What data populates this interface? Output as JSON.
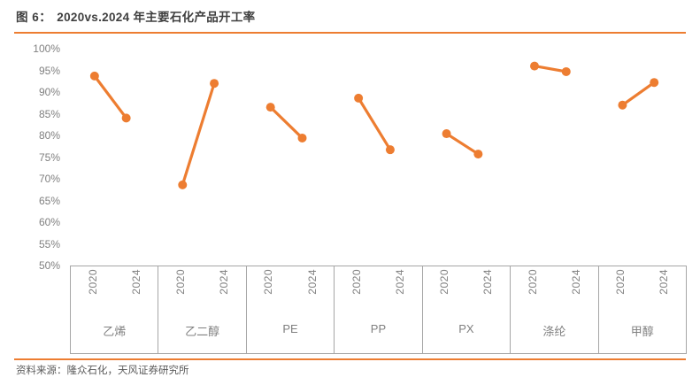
{
  "header": {
    "figure_label": "图 6：",
    "title": "2020vs.2024 年主要石化产品开工率",
    "accent_color": "#ED7D31"
  },
  "footer": {
    "source": "资料来源：隆众石化，天风证券研究所"
  },
  "chart_data": {
    "type": "line",
    "title": "2020vs.2024 年主要石化产品开工率",
    "xlabel": "",
    "ylabel": "",
    "ylim": [
      50,
      100
    ],
    "ytick_labels": [
      "100%",
      "95%",
      "90%",
      "85%",
      "80%",
      "75%",
      "70%",
      "65%",
      "60%",
      "55%",
      "50%"
    ],
    "ytick_values": [
      100,
      95,
      90,
      85,
      80,
      75,
      70,
      65,
      60,
      55,
      50
    ],
    "grid": false,
    "legend_position": "none",
    "series_color": "#ED7D31",
    "categories": [
      "乙烯",
      "乙二醇",
      "PE",
      "PP",
      "PX",
      "涤纶",
      "甲醇"
    ],
    "x": [
      "2020",
      "2024"
    ],
    "series": [
      {
        "name": "2020",
        "values": [
          93.7,
          68.6,
          86.5,
          88.6,
          80.4,
          96.0,
          87.0
        ]
      },
      {
        "name": "2024",
        "values": [
          84.0,
          92.0,
          79.4,
          76.7,
          75.7,
          94.7,
          92.2
        ]
      }
    ],
    "points": [
      {
        "category": "乙烯",
        "year": "2020",
        "value": 93.7
      },
      {
        "category": "乙烯",
        "year": "2024",
        "value": 84.0
      },
      {
        "category": "乙二醇",
        "year": "2020",
        "value": 68.6
      },
      {
        "category": "乙二醇",
        "year": "2024",
        "value": 92.0
      },
      {
        "category": "PE",
        "year": "2020",
        "value": 86.5
      },
      {
        "category": "PE",
        "year": "2024",
        "value": 79.4
      },
      {
        "category": "PP",
        "year": "2020",
        "value": 88.6
      },
      {
        "category": "PP",
        "year": "2024",
        "value": 76.7
      },
      {
        "category": "PX",
        "year": "2020",
        "value": 80.4
      },
      {
        "category": "PX",
        "year": "2024",
        "value": 75.7
      },
      {
        "category": "涤纶",
        "year": "2020",
        "value": 96.0
      },
      {
        "category": "涤纶",
        "year": "2024",
        "value": 94.7
      },
      {
        "category": "甲醇",
        "year": "2020",
        "value": 87.0
      },
      {
        "category": "甲醇",
        "year": "2024",
        "value": 92.2
      }
    ]
  }
}
